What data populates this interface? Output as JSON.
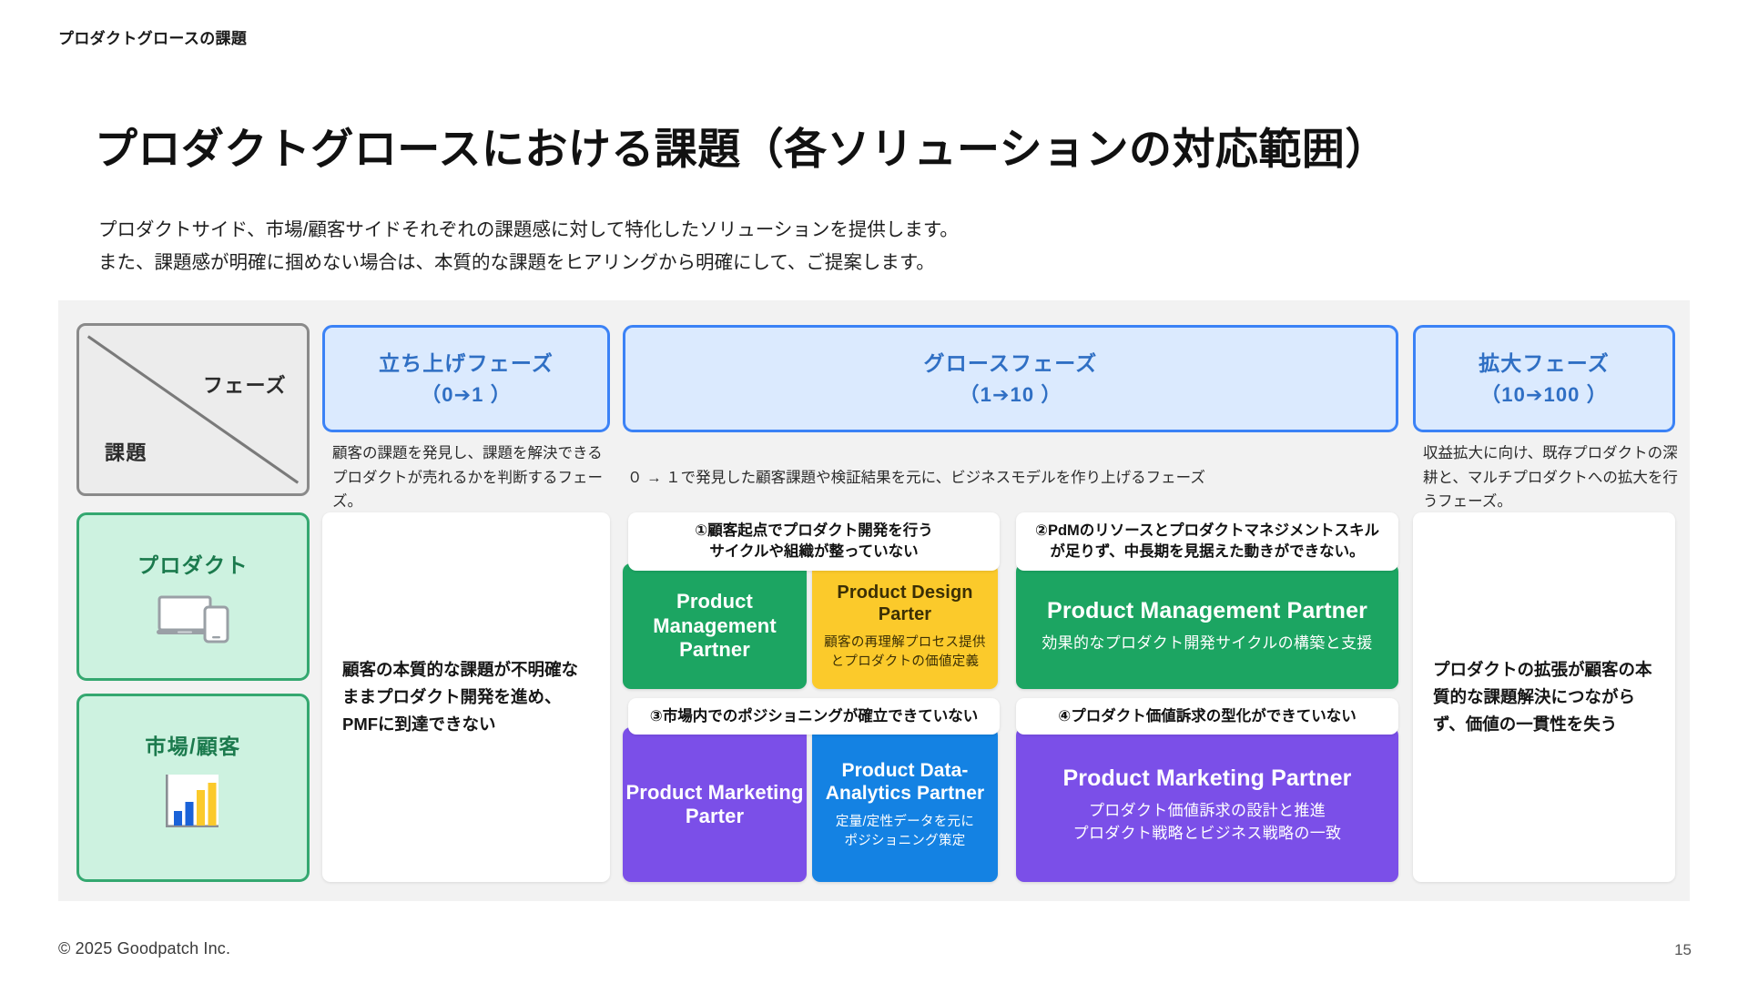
{
  "header": {
    "eyebrow": "プロダクトグロースの課題",
    "title": "プロダクトグロースにおける課題（各ソリューションの対応範囲）",
    "lede_line1": "プロダクトサイド、市場/顧客サイドそれぞれの課題感に対して特化したソリューションを提供します。",
    "lede_line2": "また、課題感が明確に掴めない場合は、本質的な課題をヒアリングから明確にして、ご提案します。"
  },
  "matrix": {
    "corner": {
      "axis_columns": "フェーズ",
      "axis_rows": "課題"
    },
    "phases": [
      {
        "name": "立ち上げフェーズ",
        "range": "（0➔1 ）",
        "description": "顧客の課題を発見し、課題を解決できるプロダクトが売れるかを判断するフェーズ。"
      },
      {
        "name": "グロースフェーズ",
        "range": "（1➔10 ）",
        "description": "０ → １で発見した顧客課題や検証結果を元に、ビジネスモデルを作り上げるフェーズ"
      },
      {
        "name": "拡大フェーズ",
        "range": "（10➔100 ）",
        "description": "収益拡大に向け、既存プロダクトの深耕と、マルチプロダクトへの拡大を行うフェーズ。"
      }
    ],
    "categories": [
      {
        "label": "プロダクト",
        "icon": "laptop-phone-icon"
      },
      {
        "label": "市場/顧客",
        "icon": "bar-chart-icon"
      }
    ],
    "launch_phase_note": "顧客の本質的な課題が不明確なままプロダクト開発を進め、PMFに到達できない",
    "expansion_phase_note": "プロダクトの拡張が顧客の本質的な課題解決につながらず、価値の一貫性を失う",
    "groups": [
      {
        "id": "group-1",
        "issue": "①顧客起点でプロダクト開発を行う\nサイクルや組織が整っていない",
        "issue_line1": "①顧客起点でプロダクト開発を行う",
        "issue_line2": "サイクルや組織が整っていない",
        "tiles": [
          {
            "title": "Product Management Partner",
            "subtitle": "",
            "color": "#1CA562",
            "text_color": "#ffffff"
          },
          {
            "title": "Product Design Parter",
            "subtitle": "顧客の再理解プロセス提供\nとプロダクトの価値定義",
            "color": "#FBCA2B",
            "text_color": "#3b2f05"
          }
        ]
      },
      {
        "id": "group-2",
        "issue_line1": "②PdMのリソースとプロダクトマネジメントスキル",
        "issue_line2": "が足りず、中長期を見据えた動きができない。",
        "tiles": [
          {
            "title": "Product Management Partner",
            "subtitle": "効果的なプロダクト開発サイクルの構築と支援",
            "color": "#1CA562",
            "text_color": "#ffffff"
          }
        ]
      },
      {
        "id": "group-3",
        "issue_line1": "③市場内でのポジショニングが確立できていない",
        "issue_line2": "",
        "tiles": [
          {
            "title": "Product Marketing Parter",
            "subtitle": "",
            "color": "#7B4FE8",
            "text_color": "#ffffff"
          },
          {
            "title": "Product Data-Analytics Partner",
            "subtitle": "定量/定性データを元に\nポジショニング策定",
            "color": "#1482E3",
            "text_color": "#ffffff"
          }
        ]
      },
      {
        "id": "group-4",
        "issue_line1": "④プロダクト価値訴求の型化ができていない",
        "issue_line2": "",
        "tiles": [
          {
            "title": "Product Marketing Partner",
            "subtitle": "プロダクト価値訴求の設計と推進\nプロダクト戦略とビジネス戦略の一致",
            "color": "#7B4FE8",
            "text_color": "#ffffff"
          }
        ]
      }
    ]
  },
  "footer": {
    "copyright": "© 2025 Goodpatch Inc.",
    "page_number": "15"
  },
  "colors": {
    "phase_fill": "#dbeafe",
    "phase_border": "#3b82f6",
    "phase_text": "#2f6fc4",
    "category_fill": "#cdf2e0",
    "category_border": "#34a870",
    "category_text": "#1b7a4d",
    "panel_bg": "#f2f2f2",
    "green": "#1CA562",
    "yellow": "#FBCA2B",
    "purple": "#7B4FE8",
    "blue": "#1482E3"
  }
}
